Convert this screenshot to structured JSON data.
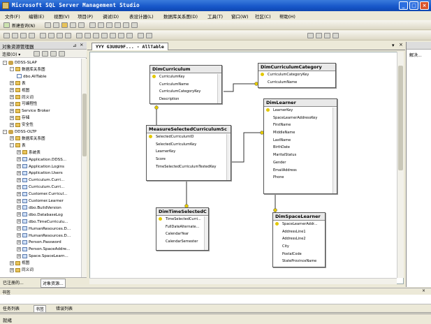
{
  "window": {
    "title": "Microsoft SQL Server Management Studio"
  },
  "menu": [
    "文件(F)",
    "编辑(E)",
    "视图(V)",
    "项目(P)",
    "调试(D)",
    "表设计器(L)",
    "数据库关系图(D)",
    "工具(T)",
    "窗口(W)",
    "社区(C)",
    "帮助(H)"
  ],
  "toolbar": {
    "new_query_label": "新建查询(N)"
  },
  "object_explorer": {
    "title": "对象资源管理器",
    "connect_label": "连接(O) ▾",
    "tree": [
      {
        "level": 0,
        "exp": "-",
        "icon": "db",
        "label": "DDSS-SLAP"
      },
      {
        "level": 1,
        "exp": "-",
        "icon": "folder",
        "label": "数据库关系图"
      },
      {
        "level": 2,
        "exp": "",
        "icon": "diag",
        "label": "dbo.AllTable"
      },
      {
        "level": 1,
        "exp": "+",
        "icon": "folder",
        "label": "表"
      },
      {
        "level": 1,
        "exp": "+",
        "icon": "folder",
        "label": "视图"
      },
      {
        "level": 1,
        "exp": "+",
        "icon": "folder",
        "label": "同义词"
      },
      {
        "level": 1,
        "exp": "+",
        "icon": "folder",
        "label": "可编程性"
      },
      {
        "level": 1,
        "exp": "+",
        "icon": "folder",
        "label": "Service Broker"
      },
      {
        "level": 1,
        "exp": "+",
        "icon": "folder",
        "label": "存储"
      },
      {
        "level": 1,
        "exp": "+",
        "icon": "folder",
        "label": "安全性"
      },
      {
        "level": 0,
        "exp": "-",
        "icon": "db",
        "label": "DDSS-OLTP"
      },
      {
        "level": 1,
        "exp": "+",
        "icon": "folder",
        "label": "数据库关系图"
      },
      {
        "level": 1,
        "exp": "-",
        "icon": "folder",
        "label": "表"
      },
      {
        "level": 2,
        "exp": "+",
        "icon": "folder",
        "label": "系统表"
      },
      {
        "level": 2,
        "exp": "+",
        "icon": "table",
        "label": "Application.DDSS..."
      },
      {
        "level": 2,
        "exp": "+",
        "icon": "table",
        "label": "Application.Logins"
      },
      {
        "level": 2,
        "exp": "+",
        "icon": "table",
        "label": "Application.Users"
      },
      {
        "level": 2,
        "exp": "+",
        "icon": "table",
        "label": "Curriculum.Curri..."
      },
      {
        "level": 2,
        "exp": "+",
        "icon": "table",
        "label": "Curriculum.Curri..."
      },
      {
        "level": 2,
        "exp": "+",
        "icon": "table",
        "label": "Customer.Curricul..."
      },
      {
        "level": 2,
        "exp": "+",
        "icon": "table",
        "label": "Customer.Learner"
      },
      {
        "level": 2,
        "exp": "+",
        "icon": "table",
        "label": "dbo.BuildVersion"
      },
      {
        "level": 2,
        "exp": "+",
        "icon": "table",
        "label": "dbo.DatabaseLog"
      },
      {
        "level": 2,
        "exp": "+",
        "icon": "table",
        "label": "dbo.TimeCurriculu..."
      },
      {
        "level": 2,
        "exp": "+",
        "icon": "table",
        "label": "HumanResources.D..."
      },
      {
        "level": 2,
        "exp": "+",
        "icon": "table",
        "label": "HumanResources.D..."
      },
      {
        "level": 2,
        "exp": "+",
        "icon": "table",
        "label": "Person.Password"
      },
      {
        "level": 2,
        "exp": "+",
        "icon": "table",
        "label": "Person.SpaceAddre..."
      },
      {
        "level": 2,
        "exp": "+",
        "icon": "table",
        "label": "Space.SpaceLearn..."
      },
      {
        "level": 1,
        "exp": "+",
        "icon": "folder",
        "label": "视图"
      },
      {
        "level": 1,
        "exp": "+",
        "icon": "folder",
        "label": "同义词"
      }
    ],
    "tabs": [
      "已注册的...",
      "对象资源..."
    ]
  },
  "document": {
    "tab_label": "YYY G3U8U9F... - AllTable"
  },
  "right_panel": {
    "title": "解决..."
  },
  "diagram": {
    "tables": [
      {
        "id": "DimCurriculum",
        "title": "DimCurriculum",
        "fields": [
          {
            "name": "CurriculumKey",
            "key": true
          },
          {
            "name": "CurriculumName",
            "key": false
          },
          {
            "name": "CurriculumCategoryKey",
            "key": false
          },
          {
            "name": "Description",
            "key": false
          }
        ]
      },
      {
        "id": "DimCurriculumCategory",
        "title": "DimCurriculumCategory",
        "fields": [
          {
            "name": "CurriculumCategoryKey",
            "key": true
          },
          {
            "name": "CurriculumName",
            "key": false
          }
        ]
      },
      {
        "id": "DimLearner",
        "title": "DimLearner",
        "fields": [
          {
            "name": "LearnerKey",
            "key": true
          },
          {
            "name": "SpaceLearnerAddressKey",
            "key": false
          },
          {
            "name": "FirstName",
            "key": false
          },
          {
            "name": "MiddleName",
            "key": false
          },
          {
            "name": "LastName",
            "key": false
          },
          {
            "name": "BirthDate",
            "key": false
          },
          {
            "name": "MaritalStatus",
            "key": false
          },
          {
            "name": "Gender",
            "key": false
          },
          {
            "name": "EmailAddress",
            "key": false
          },
          {
            "name": "Phone",
            "key": false
          }
        ]
      },
      {
        "id": "MeasureSelected",
        "title": "MeasureSelectedCurriculumSc",
        "fields": [
          {
            "name": "SelectedCurriculumID",
            "key": true
          },
          {
            "name": "SelectedCurriculumKey",
            "key": false
          },
          {
            "name": "LearnerKey",
            "key": false
          },
          {
            "name": "Score",
            "key": false
          },
          {
            "name": "TimeSelectedCurriculumTestedKey",
            "key": false
          }
        ]
      },
      {
        "id": "DimTimeSelected",
        "title": "DimTimeSelectedC",
        "fields": [
          {
            "name": "TimeSelectedCurri...",
            "key": true
          },
          {
            "name": "FullDateAlternate...",
            "key": false
          },
          {
            "name": "CalendarYear",
            "key": false
          },
          {
            "name": "CalendarSemester",
            "key": false
          }
        ]
      },
      {
        "id": "DimSpaceLearner",
        "title": "DimSpaceLearner",
        "fields": [
          {
            "name": "SpaceLearnerAddr...",
            "key": true
          },
          {
            "name": "AddressLine1",
            "key": false
          },
          {
            "name": "AddressLine2",
            "key": false
          },
          {
            "name": "City",
            "key": false
          },
          {
            "name": "PostalCode",
            "key": false
          },
          {
            "name": "StateProvinceName",
            "key": false
          }
        ]
      }
    ]
  },
  "bookmark_panel": {
    "title": "书签"
  },
  "bottom_tabs": [
    "任务列表",
    "书签",
    "错误列表"
  ],
  "status": {
    "text": "就绪"
  }
}
